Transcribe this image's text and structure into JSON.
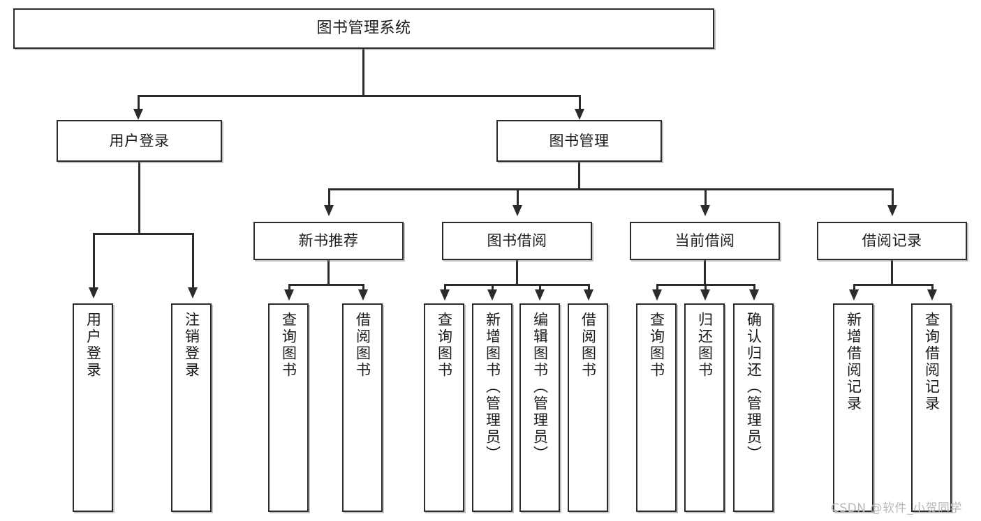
{
  "diagram": {
    "type": "tree-hierarchy-chart",
    "title": "图书管理系统",
    "watermark": "CSDN @软件_小贺同学",
    "colors": {
      "stroke": "#2b2b2b",
      "fill": "#ffffff",
      "text": "#1a1a1a",
      "watermark": "#b9b9b9"
    },
    "nodes": {
      "root": {
        "label": "图书管理系统"
      },
      "level2": [
        {
          "label": "用户登录"
        },
        {
          "label": "图书管理"
        }
      ],
      "level3": [
        {
          "label": "新书推荐"
        },
        {
          "label": "图书借阅"
        },
        {
          "label": "当前借阅"
        },
        {
          "label": "借阅记录"
        }
      ],
      "leaves": {
        "user_login": [
          {
            "label": "用户登录"
          },
          {
            "label": "注销登录"
          }
        ],
        "new_book": [
          {
            "label": "查询图书"
          },
          {
            "label": "借阅图书"
          }
        ],
        "book_borrow": [
          {
            "label": "查询图书"
          },
          {
            "label": "新增图书（管理员）"
          },
          {
            "label": "编辑图书（管理员）"
          },
          {
            "label": "借阅图书"
          }
        ],
        "current_borrow": [
          {
            "label": "查询图书"
          },
          {
            "label": "归还图书"
          },
          {
            "label": "确认归还（管理员）"
          }
        ],
        "borrow_record": [
          {
            "label": "新增借阅记录"
          },
          {
            "label": "查询借阅记录"
          }
        ]
      }
    }
  }
}
